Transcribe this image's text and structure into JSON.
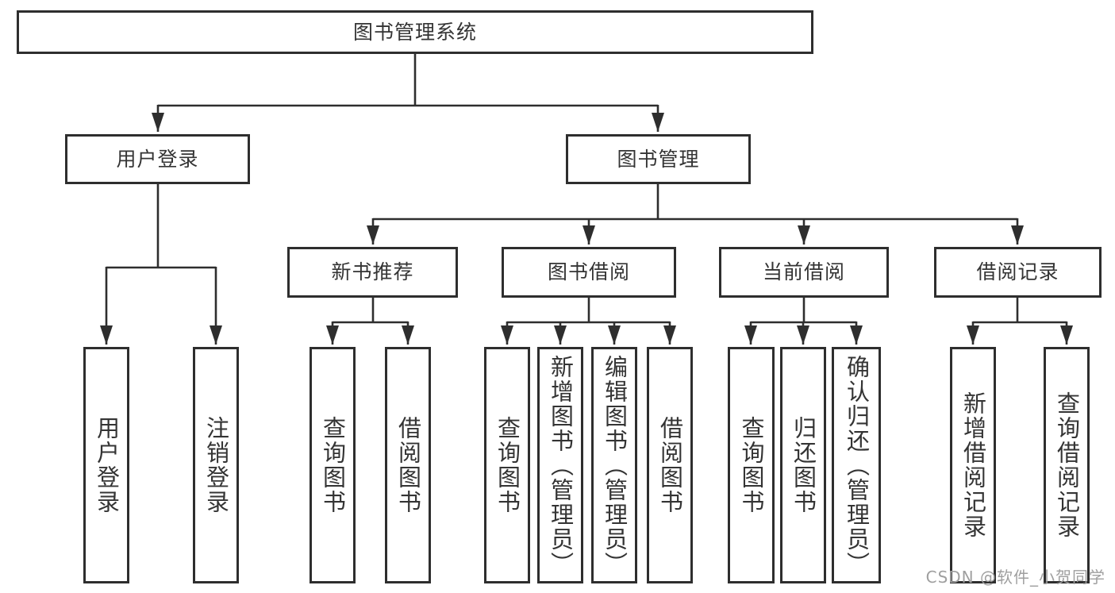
{
  "diagram_type": "hierarchy-tree",
  "colors": {
    "background": "#ffffff",
    "line": "#2e2e2e",
    "box_border": "#2e2e2e",
    "box_fill": "#ffffff",
    "text": "#343434",
    "watermark": "#9f9f9f"
  },
  "tree": {
    "root": {
      "label": "图书管理系统",
      "children": [
        {
          "label": "用户登录",
          "children": [
            {
              "label": "用户登录"
            },
            {
              "label": "注销登录"
            }
          ]
        },
        {
          "label": "图书管理",
          "children": [
            {
              "label": "新书推荐",
              "children": [
                {
                  "label": "查询图书"
                },
                {
                  "label": "借阅图书"
                }
              ]
            },
            {
              "label": "图书借阅",
              "children": [
                {
                  "label": "查询图书"
                },
                {
                  "label": "新增图书（管理员）"
                },
                {
                  "label": "编辑图书（管理员）"
                },
                {
                  "label": "借阅图书"
                }
              ]
            },
            {
              "label": "当前借阅",
              "children": [
                {
                  "label": "查询图书"
                },
                {
                  "label": "归还图书"
                },
                {
                  "label": "确认归还（管理员）"
                }
              ]
            },
            {
              "label": "借阅记录",
              "children": [
                {
                  "label": "新增借阅记录"
                },
                {
                  "label": "查询借阅记录"
                }
              ]
            }
          ]
        }
      ]
    }
  },
  "watermark": {
    "text": "CSDN @软件_小贺同学"
  }
}
